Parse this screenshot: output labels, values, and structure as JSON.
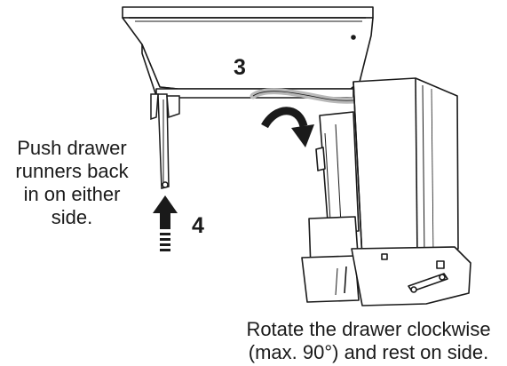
{
  "steps": {
    "rotate_step": "3",
    "push_step": "4"
  },
  "captions": {
    "push_runners": [
      "Push drawer",
      "runners back",
      "in on either",
      "side."
    ],
    "rotate_drawer": [
      "Rotate the drawer clockwise",
      "(max. 90°) and rest on side."
    ]
  },
  "colors": {
    "line": "#1a1a1a",
    "fill": "#ffffff",
    "cable": "#b8b8b8"
  }
}
